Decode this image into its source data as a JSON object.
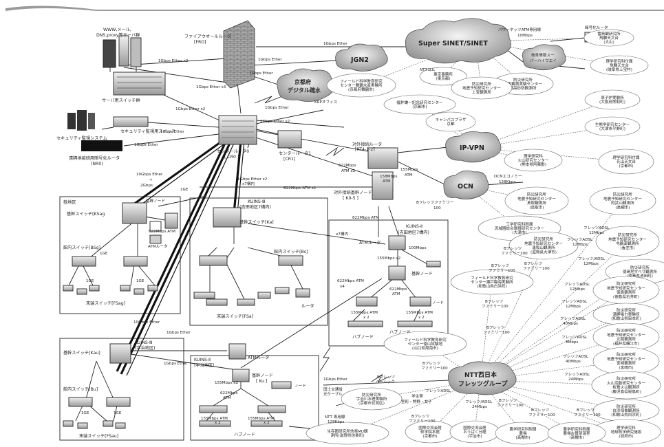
{
  "clouds": {
    "super_sinet": "Super SINET/SINET",
    "jgn2": "JGN2",
    "kyoto_digital_1": "京都府",
    "kyoto_digital_2": "デジタル疏水",
    "ip_vpn": "IP-VPN",
    "ocn": "OCN",
    "ntt_west_1": "NTT西日本",
    "ntt_west_2": "フレッツグループ",
    "gifu_hw_1": "岐阜情報スー",
    "gifu_hw_2": "パーハイウエイ"
  },
  "core": {
    "firewall_1": "ファイアウオールルータ",
    "firewall_2": "[FRO]",
    "www_servers_1": "WWW,メール,",
    "www_servers_2": "DNS,proxy等サーバ群",
    "server_switch": "サーバ用スイッチ群",
    "security_switch": "セキュリティ監視用スイッチ",
    "security_system": "セキュリティ監視システム",
    "remote_router": "遠隔地接続用暗号化ルータ",
    "remote_router_2": "(NR0)",
    "center_router0_1": "センタールータ0",
    "center_router0_2": "[ CR0 ]",
    "center_router1_1": "センタールータ1",
    "center_router1_2": "[CR1]",
    "external_router_1": "対外接続ルータ",
    "external_router_2": "[RT4-1-2]",
    "external_node_1": "対外接続基幹ノード",
    "external_node_2": "[ K0-5 ]"
  },
  "links": {
    "ge_1": "1Gbps Ether",
    "ge_x2": "1Gbps Ether x2",
    "ge_x3": "1Gbps Ether x3",
    "ge_x2b": "1Gbps Ether x2",
    "ge_fw_cr": "1Gbps Ether",
    "ge_cr_x2": "1Gbps Ether x2",
    "ge_sec": "1Gbps Ether",
    "ge_sec2": "1Gbps Ether",
    "ge_jgn": "1Gbps Ether",
    "ge_kyoto": "1Gbps Ether",
    "tenge_1": "10Gbps Ether",
    "tenge_2": "+",
    "tenge_3": "2Gbps",
    "tenge_main": "10Gbps Ether",
    "ge_kuins2": "1Gbps Ether",
    "ge_ce": "1Gbps Ether",
    "x2_7": "1Gbps Ether  x2",
    "x2_7b": "x7構内",
    "atm622_1": "622Mbps ATM x1",
    "atm622_2": "622Mbps",
    "atm622_3": "ATM x2",
    "atm155": "155Mbps",
    "atm155b": "ATM",
    "atm155c": "158Mbps",
    "atm155d": "ATM",
    "atm622_4": "622Mbps ATM",
    "atm622_5": "622Mbps ATM",
    "atm622_6": "x4",
    "ge_ge": "1GE",
    "ge_ge2": "1GE",
    "passthrough_atm": "パワーネッツATM専用線",
    "passthrough_speed": "10Mbps",
    "ntt_com": "NTTコム",
    "krp": "KRPオフィス",
    "ocn_eco": "OCNエコノミー",
    "ocn_speed": "128Kbps",
    "ntt_dedicated_1": "NTT 専用線",
    "ntt_dedicated_2": "128Kbps",
    "ge_kuins3": "1Gbps Ether",
    "ge_dummy": "1Gbps Ether",
    "flets_basic_1": "Bフレッツ",
    "flets_basic_2": "ベーシック",
    "national_1": "国土交通省",
    "national_2": "光ケーブル",
    "student_1": "学生寮",
    "student_2": "室町・熊野・女子",
    "adsl_small": "フレッツADSL"
  },
  "left_area": {
    "title": "桂地区",
    "backbone_1": "基幹スイッチ[KSag",
    "node_label": "基幹ノード",
    "atm_label": "622Mbps ATM",
    "atm_router": "ATMルータ",
    "building_switch": "館内スイッチ[BSg]",
    "edge_switch": "末端スイッチ[FSag]"
  },
  "kuins3_yoshida": {
    "title_1": "KUINS-Ⅲ",
    "title_2": "(吉田地区7構内)",
    "backbone": "基幹スイッチ[Ka]",
    "building": "館内スイッチ[Bs]",
    "edge": "末端スイッチ[FSa]",
    "router": "ルータ"
  },
  "kuins2_yoshida": {
    "title_1": "KUINS-Ⅱ",
    "title_2": "(吉田地区7構内)",
    "atm_router": "ATMルータ",
    "x7": "x7構内",
    "speed_100": "100Mbps",
    "speed_155": "155Mbps x2",
    "backbone_node": "基幹ノード",
    "atm_x4": "622Mbps ATM",
    "atm_622a": "622Mbps",
    "atm_622b": "ATM",
    "atm_155a": "155Mbps ATM",
    "atm_155b": "155Mbps ATM",
    "x2a": "x 2",
    "x2b": "x 2",
    "node": "ノード",
    "hub_a": "ハブノード",
    "hub_b": "ハブノード"
  },
  "uji_kuins3": {
    "title_1": "KUINS-Ⅲ",
    "title_2": "(宇治地区)",
    "backbone": "基幹スイッチ[Kau]",
    "building": "館内スイッチ[Bu]",
    "edge": "末端スイッチ[FSau]",
    "ge1": "1GE",
    "ge2": "1GE"
  },
  "uji_kuins2": {
    "title_1": "KUINS-Ⅱ",
    "title_2": "(宇治地区)",
    "atm_router": "ATMルータ",
    "speed": "155Mbps x2",
    "backbone_node_1": "基幹ノード",
    "backbone_node_2": "[ Ku ]",
    "atm622": "622Mbps",
    "atm622b": "ATM",
    "node": "ノード",
    "atm155a": "155Mbps ATM",
    "atm155b": "155Mbps ATM",
    "x2a": "x 2",
    "x2b": "x 2",
    "hub": "ハブノード"
  },
  "remote_sites": [
    {
      "l1": "飛騨天文台",
      "l2": "(大山)",
      "pre": "雷鳥観研究所"
    },
    {
      "l1": "理学研究科付属",
      "l2": "飛騨天文台",
      "l3": "(岐阜県上宝村)"
    },
    {
      "l1": "東京事務所",
      "l2": "(東京都)"
    },
    {
      "l1": "フィールド科学教育研究",
      "l2": "センター舞鶴水産実験所",
      "l3": "(京都府舞鶴市)"
    },
    {
      "l1": "防災研究所",
      "l2": "災害観測実験センター",
      "l3": "穂高砂防観測所"
    },
    {
      "l1": "防災研究所",
      "l2": "地震予知研究センター",
      "l3": "上宝観測所"
    },
    {
      "l1": "原子炉実験所",
      "l2": "(大阪府熊取町)"
    },
    {
      "l1": "福井謙一記念研究センター",
      "l2": "(京都市)"
    },
    {
      "l1": "キャンパスプラザ",
      "l2": "京都"
    },
    {
      "l1": "生態学研究センター",
      "l2": "(大津市平野町)"
    },
    {
      "l1": "理学研究科",
      "l2": "火山研究センター",
      "l3": "(熊本県阿蘇郡)"
    },
    {
      "l1": "理学研究科付属",
      "l2": "花山天文台",
      "l3": "(京都市)"
    },
    {
      "l1": "防災研究所",
      "l2": "地震予知研究センター",
      "l3": "鳥取観測所",
      "l4": "(鳥取市)"
    },
    {
      "l1": "防災研究所",
      "l2": "地震予知研究センター",
      "l3": "阿武山観測所",
      "l4": "(高槻市)"
    },
    {
      "l1": "工学研究科附属",
      "l2": "流域圏総合環境研究センター",
      "l3": "(大津市)"
    },
    {
      "l1": "防災研究所",
      "l2": "地震予知研究センター",
      "l3": "逢坂山観測所",
      "l4": "(滋賀県大津市)"
    },
    {
      "l1": "防災研究所",
      "l2": "地震予知研究センター",
      "l3": "屯鶴峯観測所",
      "l4": "(香芝市)"
    },
    {
      "l1": "防災研究所",
      "l2": "徳島地すべり観測所",
      "l3": "(徳島県池田町)"
    },
    {
      "l1": "フィールド科学教育研究",
      "l2": "センター瀬戸臨海実験所",
      "l3": "(和歌山県白浜町)"
    },
    {
      "l1": "防災研究所",
      "l2": "地震予知研究センター",
      "l3": "徳島観測所",
      "l4": "(徳島県石井町)"
    },
    {
      "l1": "防災研究所",
      "l2": "潮岬風力実験所",
      "l3": "(和歌山県串本町)"
    },
    {
      "l1": "防災研究所",
      "l2": "地震予知研究センター",
      "l3": "北陸観測所",
      "l4": "(福井県鯖江市)"
    },
    {
      "l1": "防災研究所",
      "l2": "地震予知研究センター",
      "l3": "宮崎観測所",
      "l4": "(宮崎市)"
    },
    {
      "l1": "防災研究所",
      "l2": "火山活動研究センター",
      "l3": "桜島火山観測所",
      "l4": "(鹿児島県桜島町)"
    },
    {
      "l1": "防災研究所",
      "l2": "白浜海象観測所",
      "l3": "(和歌山県白浜町)"
    },
    {
      "l1": "理学研究科",
      "l2": "地球熱学研究施設",
      "l3": "(別府市)"
    },
    {
      "l1": "フィールド科学教育研究",
      "l2": "センター徳山試験地",
      "l3": "(山口県周南市)"
    },
    {
      "l1": "防災研究所",
      "l2": "宇治川水理実験所",
      "l3": "(京都市伏見区)"
    },
    {
      "l1": "生存圏研究所信楽MU観",
      "l2": "測所(滋賀県信楽町)"
    },
    {
      "l1": "国際交流会館",
      "l2": "修学院本館",
      "l3": "(京都市)"
    },
    {
      "l1": "国際交流会館",
      "l2": "おうばく分館",
      "l3": "(宇治市)"
    },
    {
      "l1": "農学研究科附属",
      "l2": "農場",
      "l3": "(高槻市)"
    },
    {
      "l1": "農学研究科附属",
      "l2": "農場古曽部温室",
      "l3": "(高槻市)"
    }
  ],
  "flets_labels": {
    "f1": "Bフレッツファミリー",
    "f1b": "100",
    "f2": "Bフレッツ",
    "f2b": "ファミリー100",
    "f3": "Bフレッツ",
    "f3b": "ファミリー100",
    "f4": "Bフレッツ",
    "f4b": "ファミリー100",
    "f5": "Bフレッツ",
    "f5b": "ファミリー100",
    "f6": "Bフレッツ",
    "f6b": "ファミリー100",
    "adsl1": "フレッツADSL",
    "adsl1b": "12Mbps",
    "adsl2": "フレッツADSL",
    "adsl2b": "12Mbps",
    "adsl3": "フレッツ/ADSL",
    "adsl3b": "12Mbps",
    "adsl4": "フレッツADSL",
    "adsl4b": "12Mbps",
    "adsl5": "フレッツADSL",
    "adsl5b": "12Mbps",
    "adsl6": "フレッツADSL",
    "adsl6b": "40Mbps",
    "adsl7": "フレッツADSL",
    "adsl7b": "8Mbps",
    "adsl8": "フレッツADSL",
    "adsl8b": "40Mbps",
    "adsl9": "フレッツADSL",
    "adsl9b": "24Mbps",
    "adsl10": "フレッツ/ADSL",
    "adsl10b": "24Mbps",
    "fb1": "Bフレッツ",
    "fb1b": "ファミリー100",
    "fb2": "Bフレッツ",
    "fb2b": "ファミリー100",
    "fb3": "Bフレッツ",
    "fb3b": "ファミリー100",
    "fb4": "Bフレッツ",
    "fb4b": "ファミリー100",
    "fb5": "Bフレッツ",
    "fb5b": "ファミリー100",
    "sensor_router": "縁号化ルータ"
  }
}
